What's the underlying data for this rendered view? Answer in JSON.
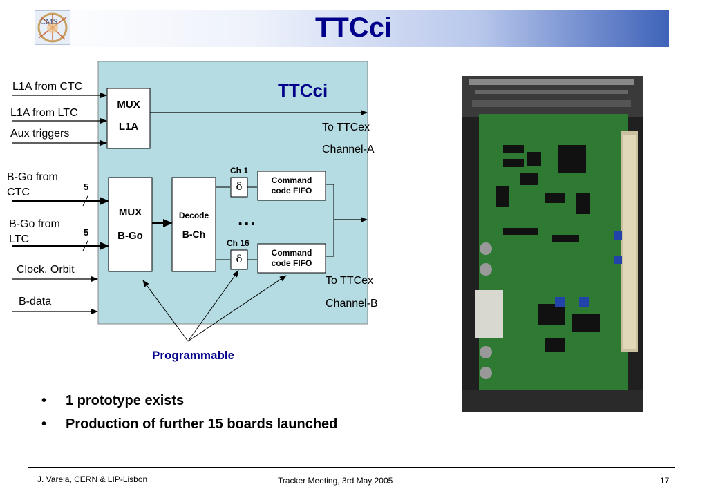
{
  "slide": {
    "title": "TTCci"
  },
  "diagram": {
    "title": "TTCci",
    "inputs": {
      "l1a_ctc": "L1A from CTC",
      "l1a_ltc": "L1A from LTC",
      "aux": "Aux triggers",
      "bgo_ctc": "B-Go from\nCTC",
      "bgo_ltc": "B-Go from\nLTC",
      "clock": "Clock, Orbit",
      "bdata": "B-data"
    },
    "bus_width_1": "5",
    "bus_width_2": "5",
    "mux_l1a": {
      "line1": "MUX",
      "line2": "L1A"
    },
    "mux_bgo": {
      "line1": "MUX",
      "line2": "B-Go"
    },
    "decode": {
      "line1": "Decode",
      "line2": "B-Ch"
    },
    "ch1": "Ch 1",
    "ch16": "Ch 16",
    "delta": "δ",
    "fifo": "Command\ncode FIFO",
    "ellipsis": "...",
    "out_a": {
      "line1": "To TTCex",
      "line2": "Channel-A"
    },
    "out_b": {
      "line1": "To TTCex",
      "line2": "Channel-B"
    },
    "programmable": "Programmable"
  },
  "bullets": [
    "1 prototype exists",
    "Production of further 15 boards launched"
  ],
  "footer": {
    "left": "J. Varela, CERN & LIP-Lisbon",
    "center": "Tracker Meeting, 3rd May 2005",
    "page": "17"
  },
  "colors": {
    "title": "#00008b",
    "diagram_bg": "#b4dce2",
    "header_gradient_end": "#3f63b9"
  }
}
